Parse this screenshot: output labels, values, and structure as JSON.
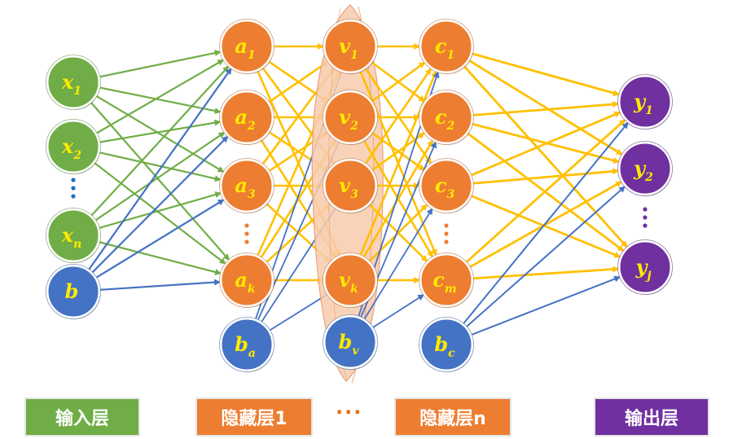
{
  "colors": {
    "input": "#70ad47",
    "input_dark": "#507e32",
    "hidden": "#ed7d31",
    "hidden_dark": "#ae5a21",
    "bias": "#4472c4",
    "bias_dark": "#2f528f",
    "output": "#7030a0",
    "output_dark": "#4b1f6f",
    "edge_input": "#70ad47",
    "edge_hidden": "#ffc000",
    "edge_bias": "#4472c4",
    "label": "#ffea00",
    "ellipsis_input": "#1f6fc5",
    "ellipsis_hidden": "#ed7d31",
    "ellipsis_output": "#7030a0",
    "dropout_fill": "#f8cbad",
    "dropout_stroke": "#e8a27d"
  },
  "layers": {
    "input": {
      "nodes": [
        {
          "base": "x",
          "sub": "1"
        },
        {
          "base": "x",
          "sub": "2"
        },
        {
          "base": "x",
          "sub": "n"
        }
      ],
      "bias": {
        "base": "b",
        "sub": ""
      }
    },
    "hidden1": {
      "nodes": [
        {
          "base": "a",
          "sub": "1"
        },
        {
          "base": "a",
          "sub": "2"
        },
        {
          "base": "a",
          "sub": "3"
        },
        {
          "base": "a",
          "sub": "k"
        }
      ],
      "bias": {
        "base": "b",
        "sub": "a"
      }
    },
    "hidden_mid": {
      "nodes": [
        {
          "base": "v",
          "sub": "1"
        },
        {
          "base": "v",
          "sub": "2"
        },
        {
          "base": "v",
          "sub": "3"
        },
        {
          "base": "v",
          "sub": "k"
        }
      ],
      "bias": {
        "base": "b",
        "sub": "v"
      }
    },
    "hiddenN": {
      "nodes": [
        {
          "base": "c",
          "sub": "1"
        },
        {
          "base": "c",
          "sub": "2"
        },
        {
          "base": "c",
          "sub": "3"
        },
        {
          "base": "c",
          "sub": "m"
        }
      ],
      "bias": {
        "base": "b",
        "sub": "c"
      }
    },
    "output": {
      "nodes": [
        {
          "base": "y",
          "sub": "1"
        },
        {
          "base": "y",
          "sub": "2"
        },
        {
          "base": "y",
          "sub": "j"
        }
      ]
    }
  },
  "legend": {
    "input_label": "输入层",
    "hidden1_label": "隐藏层1",
    "dots": "···",
    "hiddenN_label": "隐藏层n",
    "output_label": "输出层"
  }
}
